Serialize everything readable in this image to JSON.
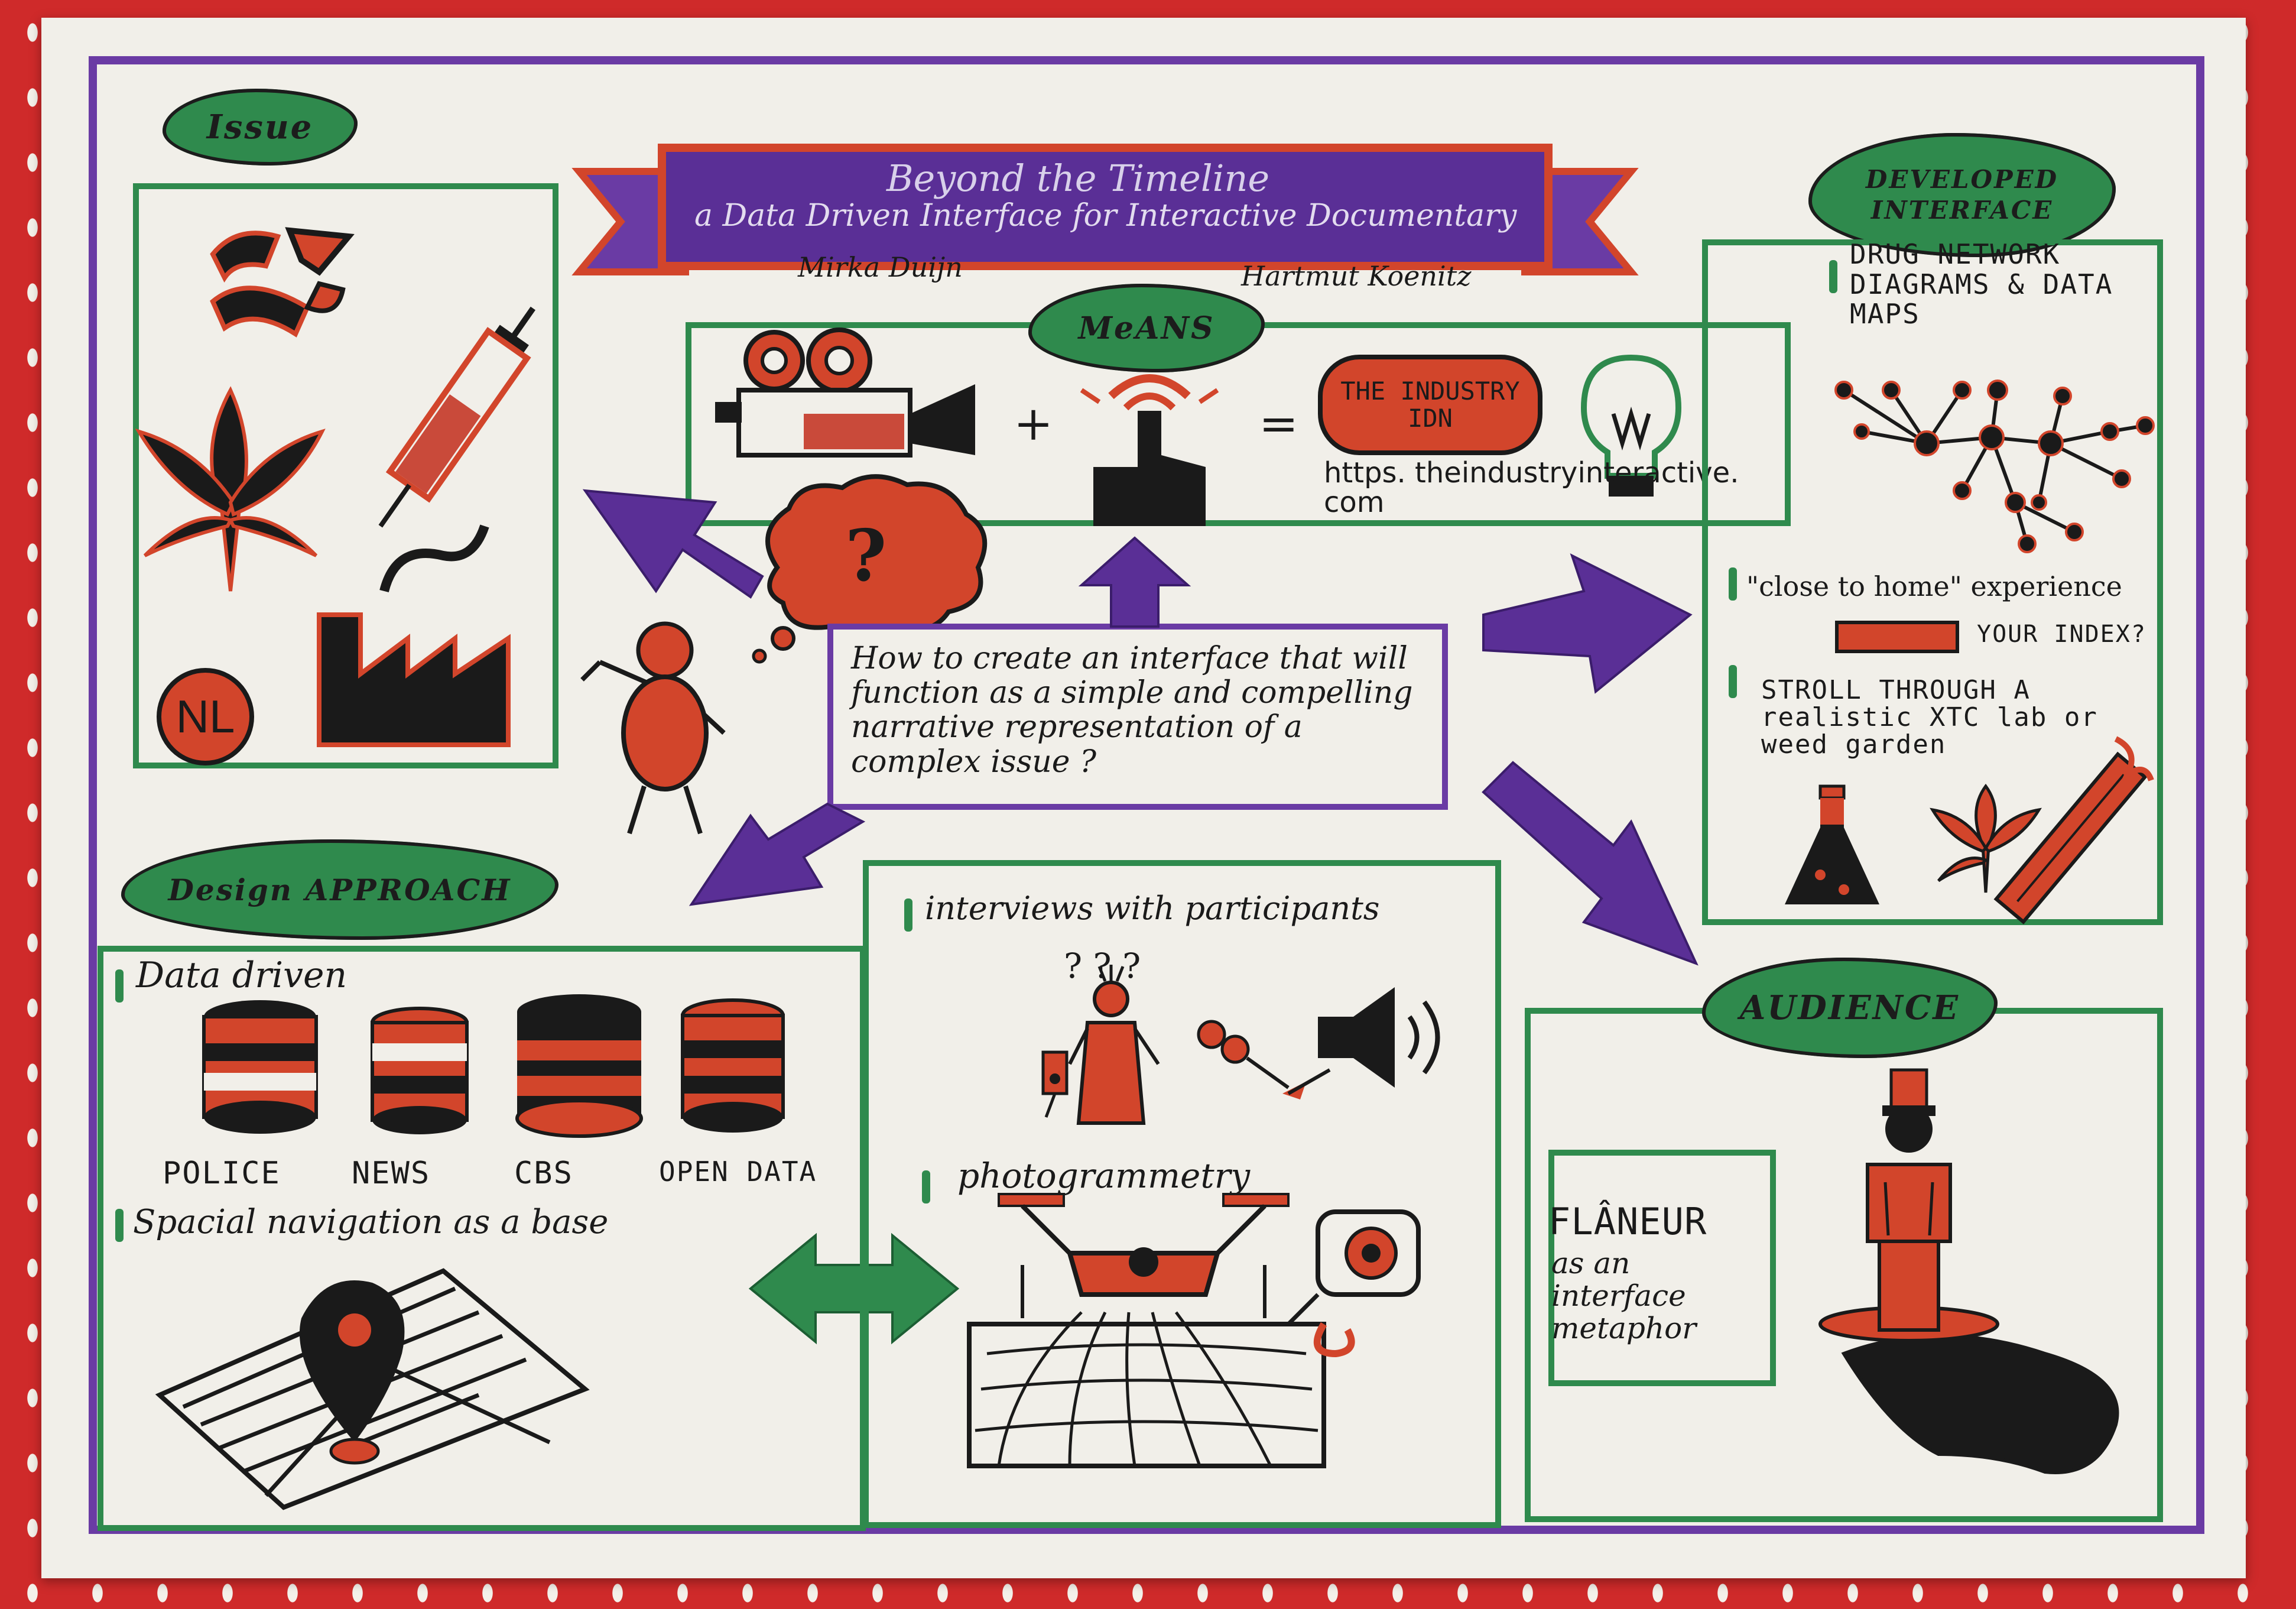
{
  "banner": {
    "title": "Beyond the Timeline",
    "subtitle": "a Data Driven Interface for Interactive Documentary",
    "author_left": "Mirka Duijn",
    "author_right": "Hartmut Koenitz"
  },
  "issue": {
    "label": "Issue",
    "nl_badge": "NL"
  },
  "means": {
    "label": "MeANS",
    "plus": "+",
    "equals": "=",
    "product_name": "The Industry IDN",
    "url": "https. theindustryinteractive. com"
  },
  "question": {
    "mark": "?",
    "text": "How to create an interface that will function as a simple and compelling narrative representation of a complex issue ?"
  },
  "developed_interface": {
    "label": "DEVELOPED INTERFACE",
    "item1": "DRUG NETWORK DIAGRAMS & DATA MAPS",
    "item2": "\"close to home\" experience",
    "item2_sub": "YOUR INDEX?",
    "item3": "STROLL THROUGH A realistic XTC lab or weed garden"
  },
  "design_approach": {
    "label": "Design APPROACH",
    "item1": "Data driven",
    "sources": [
      "POLICE",
      "NEWS",
      "CBS",
      "OPEN DATA"
    ],
    "item2": "Spacial navigation as a base"
  },
  "research": {
    "item1": "interviews with participants",
    "item1_marks": "? ? ?",
    "item2": "photogrammetry"
  },
  "audience": {
    "label": "AUDIENCE",
    "flaneur": "FLÂNEUR",
    "flaneur_sub": "as an interface metaphor"
  },
  "colors": {
    "red": "#cf2a2a",
    "orange": "#d2452b",
    "green": "#2f8a4d",
    "purple": "#5a2f96",
    "ink": "#1a1a1a",
    "paper": "#f1efe9"
  }
}
